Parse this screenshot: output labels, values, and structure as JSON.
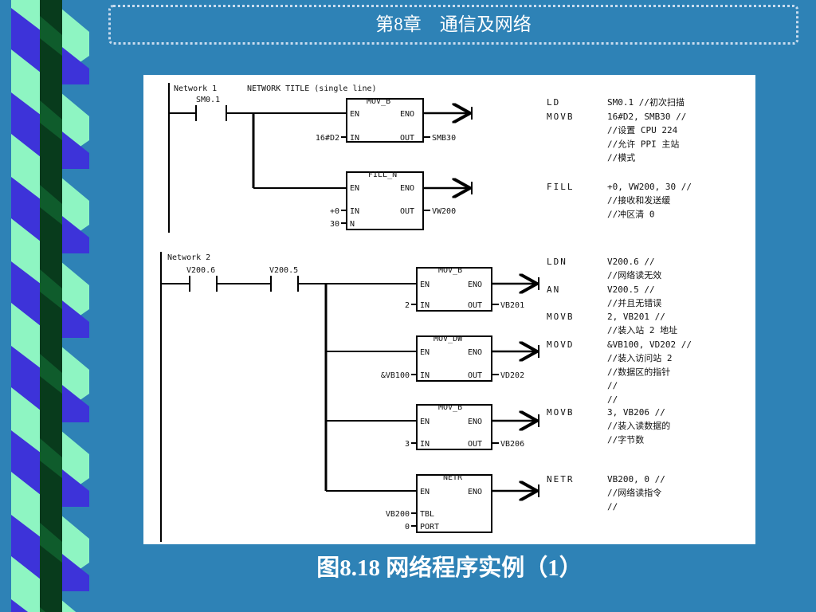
{
  "header": {
    "title": "第8章　通信及网络"
  },
  "caption": {
    "text": "图8.18  网络程序实例（1）"
  },
  "colors": {
    "background": "#2e82b6",
    "ribbon_green": "#8ef5c2",
    "ribbon_blue": "#3d33d9",
    "ribbon_dark": "#083b1c"
  },
  "ladder": {
    "network1": {
      "header": "Network 1",
      "comment": "NETWORK TITLE (single line)",
      "contact": "SM0.1",
      "movb": {
        "name": "MOV_B",
        "en": "EN",
        "eno": "ENO",
        "in_label": "IN",
        "out_label": "OUT",
        "in_value": "16#D2",
        "out_value": "SMB30"
      },
      "fill": {
        "name": "FILL_N",
        "en": "EN",
        "eno": "ENO",
        "in_label": "IN",
        "out_label": "OUT",
        "n_label": "N",
        "in_value": "+0",
        "out_value": "VW200",
        "n_value": "30"
      }
    },
    "network2": {
      "header": "Network 2",
      "contact1": "V200.6",
      "contact2": "V200.5",
      "mov1": {
        "name": "MOV_B",
        "en": "EN",
        "eno": "ENO",
        "in_label": "IN",
        "out_label": "OUT",
        "in_value": "2",
        "out_value": "VB201"
      },
      "mov2": {
        "name": "MOV_DW",
        "en": "EN",
        "eno": "ENO",
        "in_label": "IN",
        "out_label": "OUT",
        "in_value": "&VB100",
        "out_value": "VD202"
      },
      "mov3": {
        "name": "MOV_B",
        "en": "EN",
        "eno": "ENO",
        "in_label": "IN",
        "out_label": "OUT",
        "in_value": "3",
        "out_value": "VB206"
      },
      "netr": {
        "name": "NETR",
        "en": "EN",
        "eno": "ENO",
        "tbl_label": "TBL",
        "port_label": "PORT",
        "tbl_value": "VB200",
        "port_value": "0"
      }
    }
  },
  "instructions": [
    {
      "mnemonic": "LD",
      "lines": [
        "SM0.1    //初次扫描"
      ]
    },
    {
      "mnemonic": "MOVB",
      "lines": [
        "16#D2, SMB30  //",
        "//设置 CPU 224",
        "//允许 PPI 主站",
        "//模式"
      ]
    },
    {
      "mnemonic": "FILL",
      "lines": [
        "+0, VW200, 30  //",
        "//接收和发送缓",
        "//冲区清 0"
      ]
    },
    {
      "mnemonic": "LDN",
      "lines": [
        "V200.6   //",
        "//网络读无效"
      ]
    },
    {
      "mnemonic": "AN",
      "lines": [
        "V200.5   //",
        "//并且无错误"
      ]
    },
    {
      "mnemonic": "MOVB",
      "lines": [
        "2, VB201      //",
        "//装入站 2 地址"
      ]
    },
    {
      "mnemonic": "MOVD",
      "lines": [
        "&VB100, VD202 //",
        "//装入访问站 2",
        "//数据区的指针",
        "//",
        "//"
      ]
    },
    {
      "mnemonic": "MOVB",
      "lines": [
        "3, VB206      //",
        "//装入读数据的",
        "//字节数"
      ]
    },
    {
      "mnemonic": "NETR",
      "lines": [
        "VB200, 0      //",
        "//网络读指令",
        "//"
      ]
    }
  ]
}
